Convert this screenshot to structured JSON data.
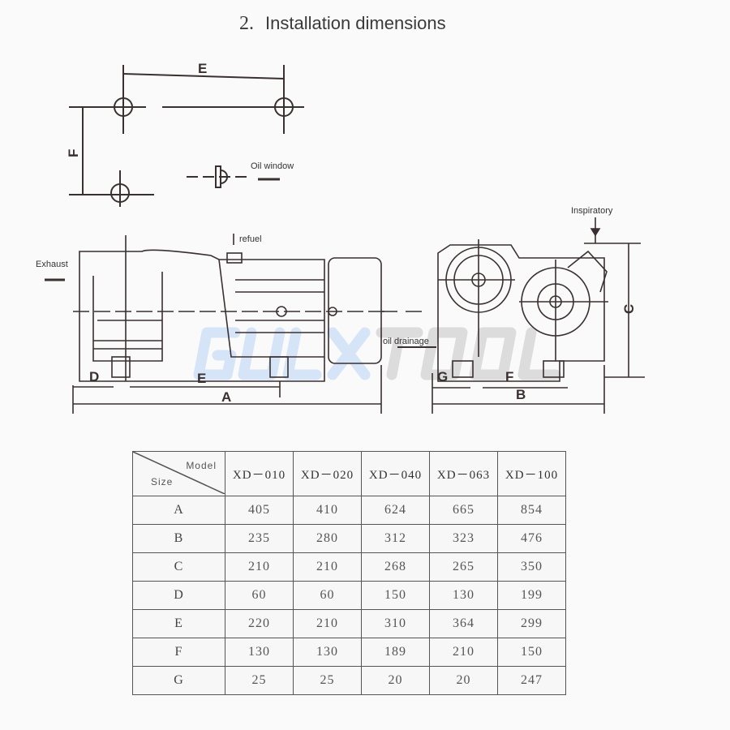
{
  "title": {
    "number": "2.",
    "text": "Installation dimensions"
  },
  "drawing": {
    "labels": {
      "oil_window": "Oil window",
      "refuel": "refuel",
      "exhaust": "Exhaust",
      "inspiratory": "Inspiratory",
      "oil_drainage": "oil drainage"
    },
    "dimensions": {
      "E": "E",
      "F": "F",
      "D": "D",
      "A": "A",
      "G": "G",
      "B": "B",
      "C": "C"
    },
    "watermark": "GULXTOOL"
  },
  "table": {
    "corner_model": "Model",
    "corner_size": "Size",
    "models": [
      "XD－010",
      "XD－020",
      "XD－040",
      "XD－063",
      "XD－100"
    ],
    "rows": [
      {
        "size": "A",
        "values": [
          "405",
          "410",
          "624",
          "665",
          "854"
        ]
      },
      {
        "size": "B",
        "values": [
          "235",
          "280",
          "312",
          "323",
          "476"
        ]
      },
      {
        "size": "C",
        "values": [
          "210",
          "210",
          "268",
          "265",
          "350"
        ]
      },
      {
        "size": "D",
        "values": [
          "60",
          "60",
          "150",
          "130",
          "199"
        ]
      },
      {
        "size": "E",
        "values": [
          "220",
          "210",
          "310",
          "364",
          "299"
        ]
      },
      {
        "size": "F",
        "values": [
          "130",
          "130",
          "189",
          "210",
          "150"
        ]
      },
      {
        "size": "G",
        "values": [
          "25",
          "25",
          "20",
          "20",
          "247"
        ]
      }
    ]
  }
}
